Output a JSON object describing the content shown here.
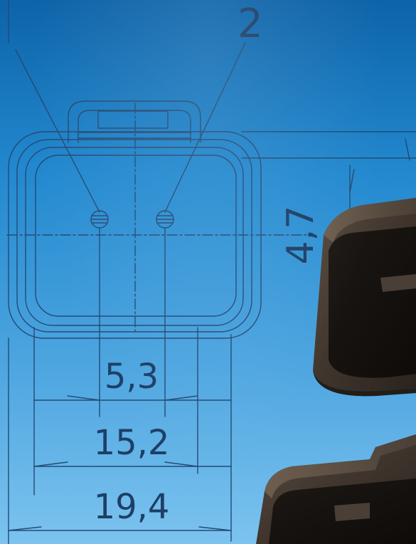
{
  "drawing": {
    "callout_top": "2",
    "callout_side": "4,7",
    "dim_inner": "5,3",
    "dim_middle": "15,2",
    "dim_outer": "19,4"
  }
}
